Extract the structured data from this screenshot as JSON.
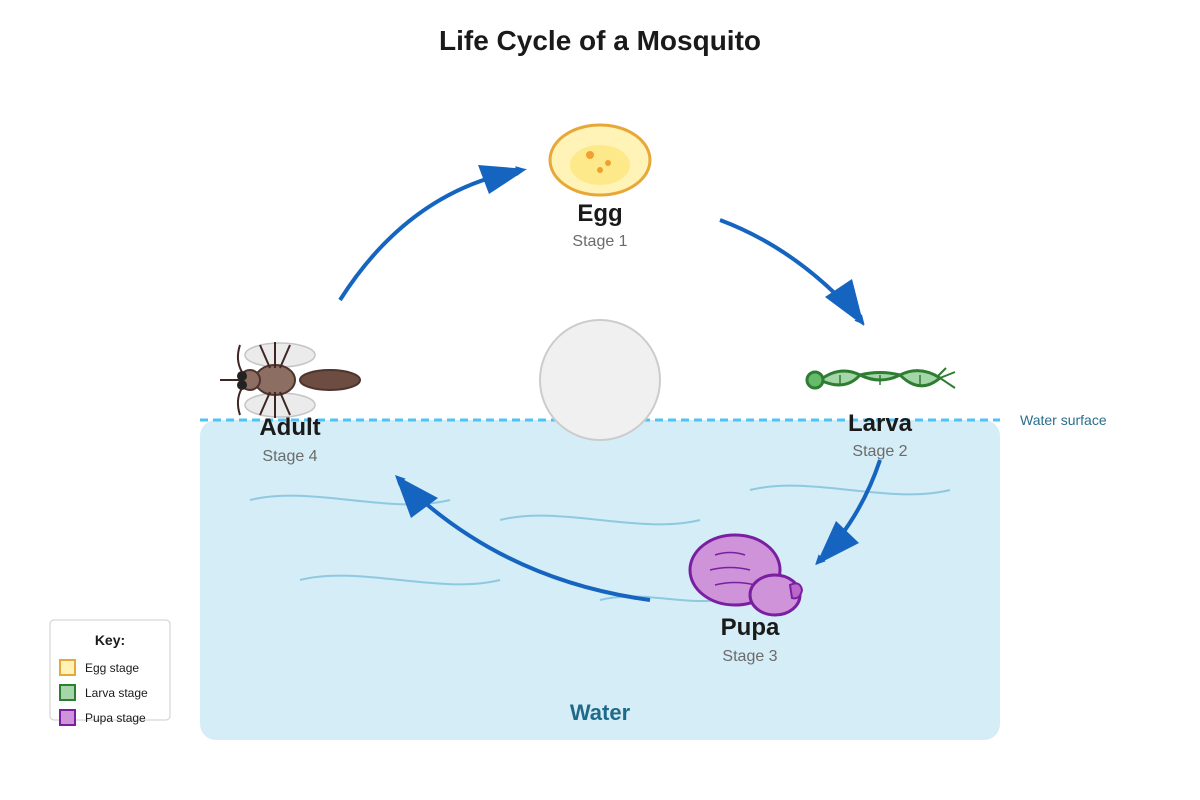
{
  "title": "Life Cycle of a Mosquito",
  "stages": {
    "egg": {
      "name": "Egg",
      "stage": "Stage 1",
      "icon": "egg-icon"
    },
    "larva": {
      "name": "Larva",
      "stage": "Stage 2",
      "icon": "larva-icon"
    },
    "pupa": {
      "name": "Pupa",
      "stage": "Stage 3",
      "icon": "pupa-icon"
    },
    "adult": {
      "name": "Adult",
      "stage": "Stage 4",
      "icon": "mosquito-icon"
    }
  },
  "water": {
    "label": "Water",
    "surface_label": "Water surface"
  },
  "key": {
    "title": "Key:",
    "items": [
      {
        "label": "Egg stage",
        "fill": "#fff3b8",
        "stroke": "#e8a838"
      },
      {
        "label": "Larva stage",
        "fill": "#a5d6a7",
        "stroke": "#2e7d32"
      },
      {
        "label": "Pupa stage",
        "fill": "#ce93d8",
        "stroke": "#7b1fa2"
      }
    ]
  },
  "colors": {
    "arrow": "#1565c0",
    "water": "#d4edf6",
    "surface": "#4fc3f7",
    "egg_fill": "#fff3b8",
    "egg_stroke": "#e8a838",
    "larva_fill": "#a5d6a7",
    "larva_stroke": "#2e7d32",
    "pupa_fill": "#ce93d8",
    "pupa_stroke": "#7b1fa2",
    "adult_body": "#6d4c41"
  }
}
